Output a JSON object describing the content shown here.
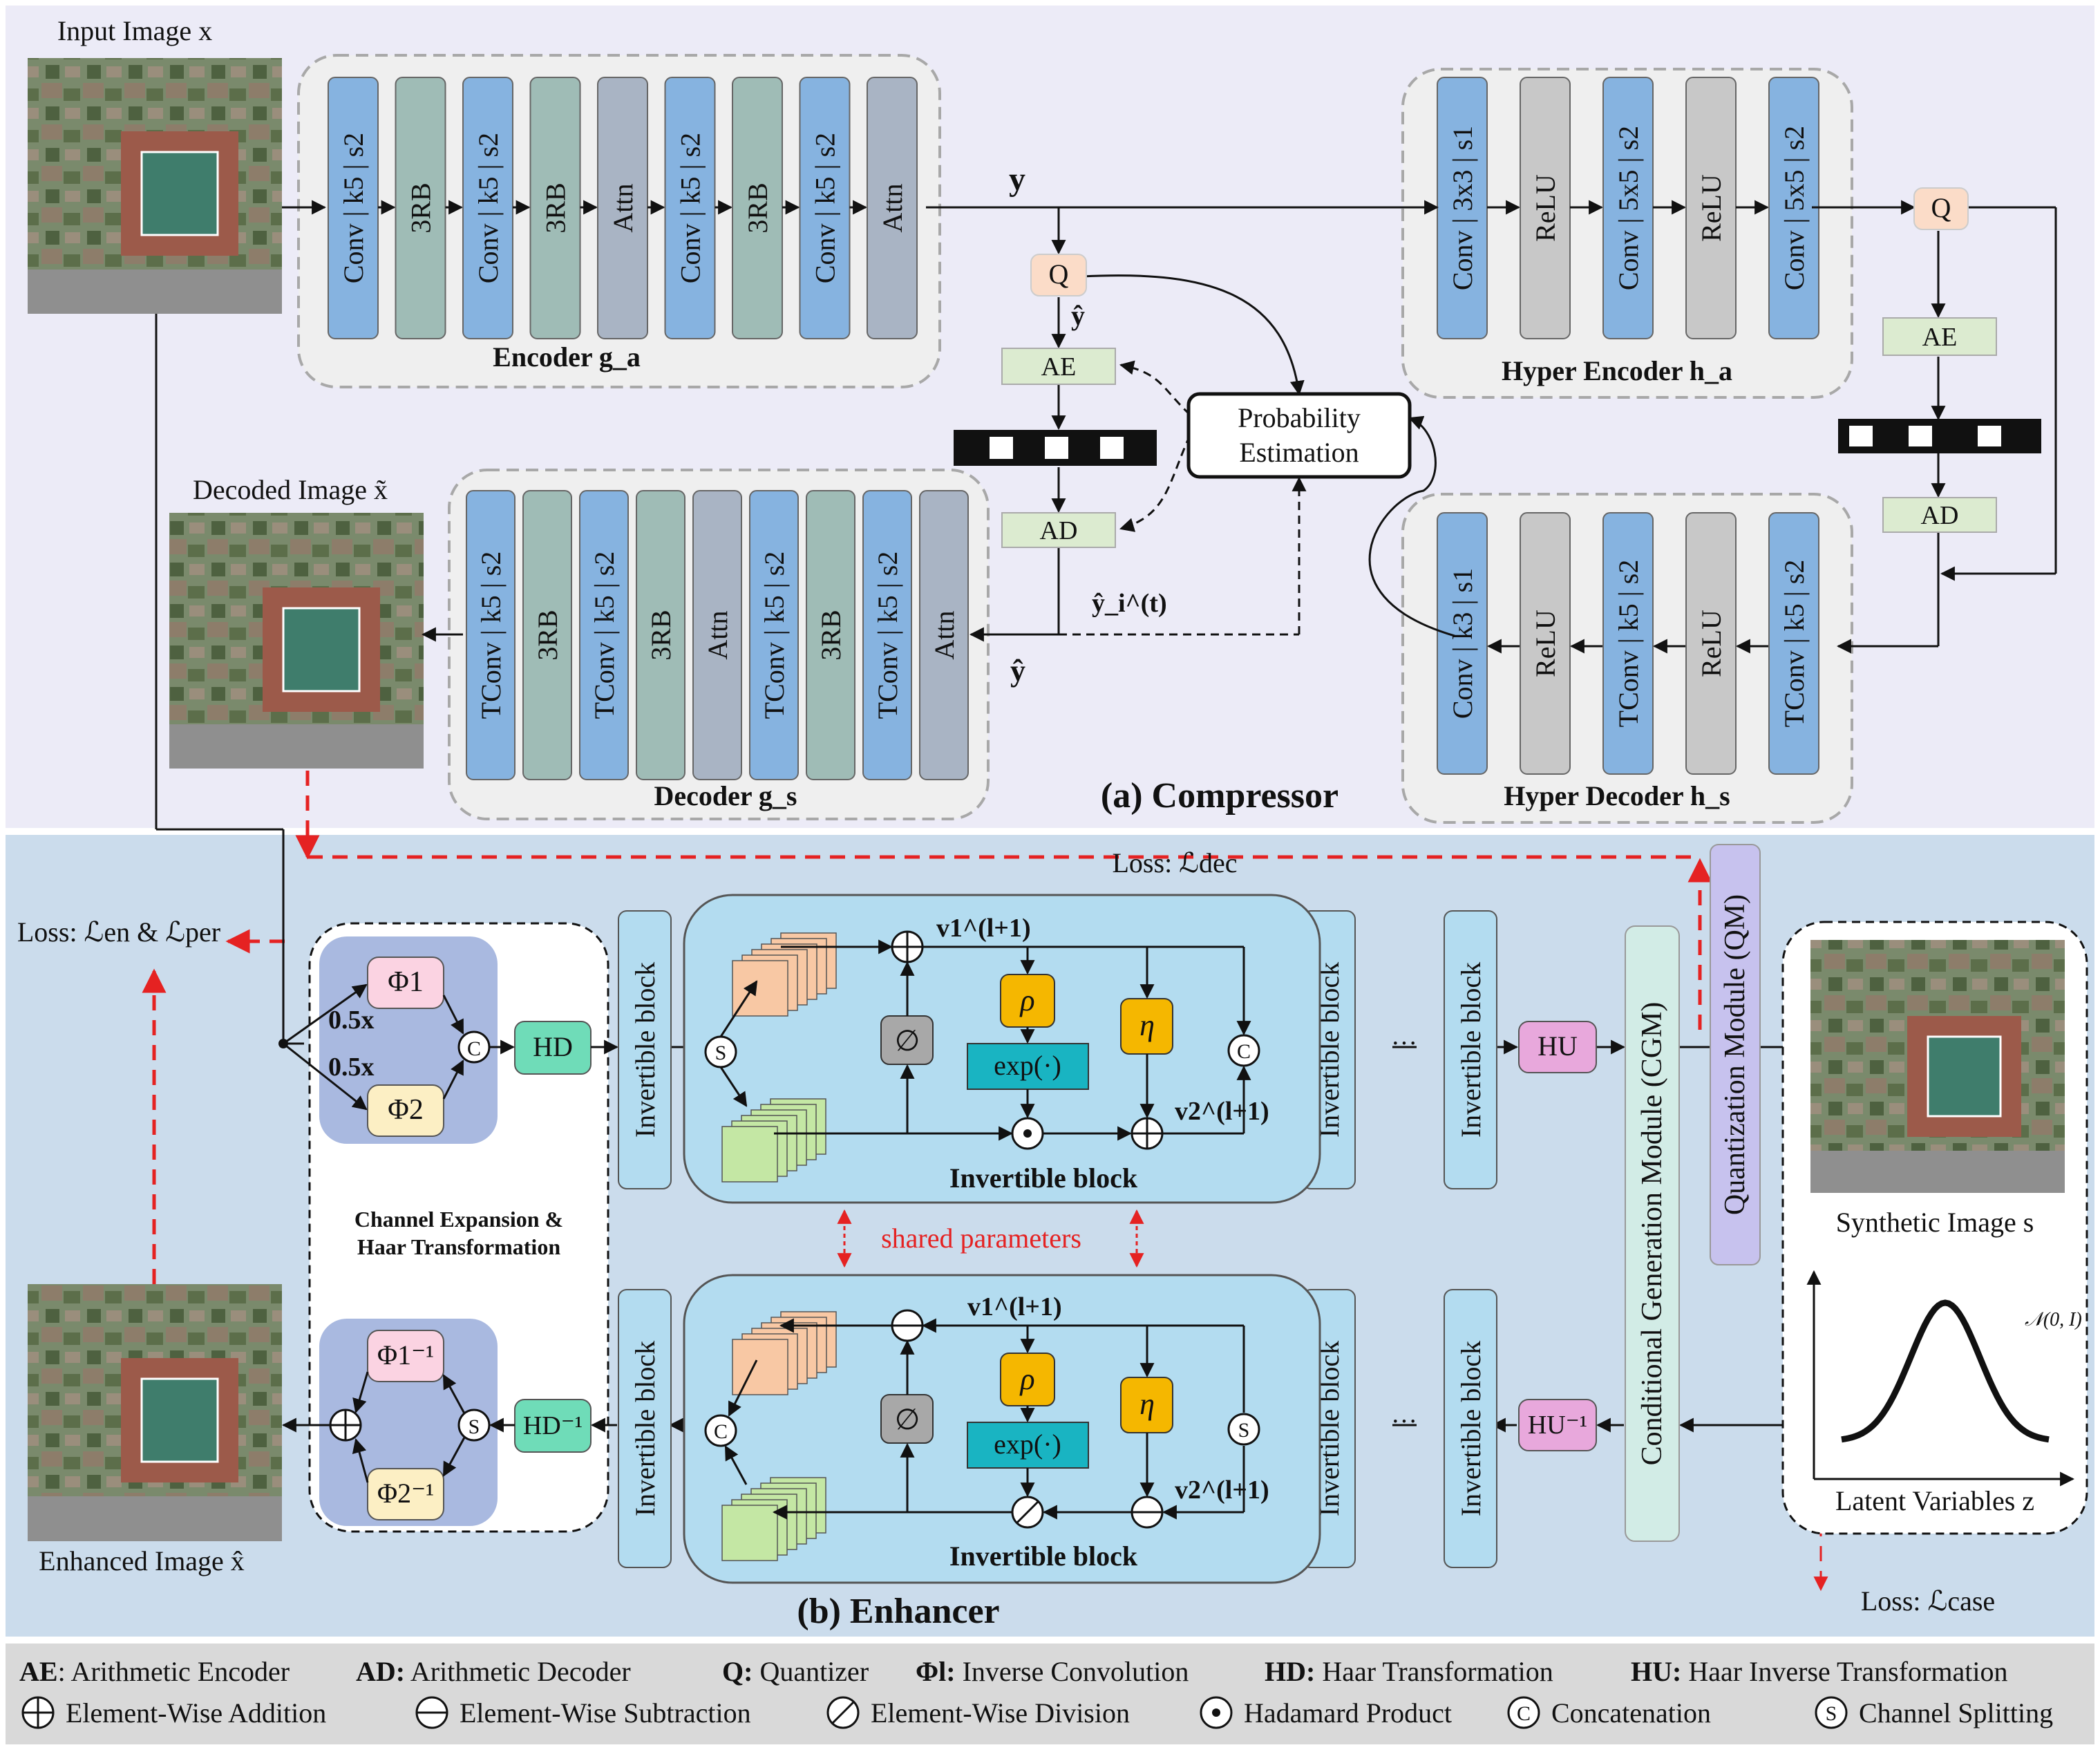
{
  "compressor": {
    "title": "(a) Compressor",
    "input_image_label": "Input Image x",
    "decoded_image_label": "Decoded Image x̃",
    "encoder": {
      "label": "Encoder g_a",
      "layers": [
        "Conv | k5 | s2",
        "3RB",
        "Conv | k5 | s2",
        "3RB",
        "Attn",
        "Conv | k5 | s2",
        "3RB",
        "Conv | k5 | s2",
        "Attn"
      ]
    },
    "decoder": {
      "label": "Decoder g_s",
      "layers": [
        "TConv | k5 | s2",
        "3RB",
        "TConv | k5 | s2",
        "3RB",
        "Attn",
        "TConv | k5 | s2",
        "3RB",
        "TConv | k5 | s2",
        "Attn"
      ]
    },
    "hyper_encoder": {
      "label": "Hyper Encoder h_a",
      "layers": [
        "Conv | 3x3 | s1",
        "ReLU",
        "Conv | 5x5 | s2",
        "ReLU",
        "Conv | 5x5 | s2"
      ]
    },
    "hyper_decoder": {
      "label": "Hyper Decoder h_s",
      "layers": [
        "Conv | k3 | s1",
        "ReLU",
        "TConv | k5 | s2",
        "ReLU",
        "TConv | k5 | s2"
      ]
    },
    "y_label": "y",
    "yhat_label": "ŷ",
    "yhat_t_label": "ŷ_i^(t)",
    "quantizer": "Q",
    "arithmetic_encoder": "AE",
    "arithmetic_decoder": "AD",
    "probability_estimation": [
      "Probability",
      "Estimation"
    ]
  },
  "enhancer": {
    "title": "(b) Enhancer",
    "loss_dec": "Loss: ℒdec",
    "loss_en_per": "Loss: ℒen & ℒper",
    "loss_case": "Loss: ℒcase",
    "enhanced_image_label": "Enhanced Image x̂",
    "synthetic_image_label": "Synthetic  Image s",
    "latent_label": "Latent Variables z",
    "gaussian_label": "𝒩(0, I)",
    "channel_expansion_label": [
      "Channel Expansion &",
      "Haar Transformation"
    ],
    "half_x": "0.5x",
    "phi1": "Φ1",
    "phi2": "Φ2",
    "phi1_inv": "Φ1⁻¹",
    "phi2_inv": "Φ2⁻¹",
    "hd": "HD",
    "hd_inv": "HD⁻¹",
    "hu": "HU",
    "hu_inv": "HU⁻¹",
    "invertible_block": "Invertible block",
    "shared_parameters": "shared parameters",
    "cgm": "Conditional Generation Module (CGM)",
    "qm": "Quantization Module (QM)",
    "rho": "ρ",
    "eta": "η",
    "phi_small": "∅",
    "exp": "exp(·)",
    "v1": "v1^(l+1)",
    "v2": "v2^(l+1)",
    "dots": "···"
  },
  "legend": {
    "row1": [
      {
        "key": "AE",
        "text": ": Arithmetic Encoder"
      },
      {
        "key": "AD:",
        "text": " Arithmetic Decoder"
      },
      {
        "key": "Q:",
        "text": " Quantizer"
      },
      {
        "key": "Φl:",
        "text": " Inverse Convolution"
      },
      {
        "key": "HD:",
        "text": " Haar Transformation"
      },
      {
        "key": "HU:",
        "text": " Haar Inverse Transformation"
      }
    ],
    "row2": [
      {
        "symbol": "+",
        "text": "Element-Wise Addition"
      },
      {
        "symbol": "−",
        "text": "Element-Wise Subtraction"
      },
      {
        "symbol": "/",
        "text": "Element-Wise Division"
      },
      {
        "symbol": "•",
        "text": "Hadamard Product"
      },
      {
        "symbol": "C",
        "text": "Concatenation"
      },
      {
        "symbol": "S",
        "text": "Channel Splitting"
      }
    ]
  },
  "colors": {
    "compressor_bg": "#ecebf7",
    "enhancer_bg": "#cbdcec",
    "legend_bg": "#d9d9d9",
    "conv_blue": "#86b3e0",
    "rb_teal": "#9fbcb6",
    "attn_gray": "#a9b4c4",
    "relu_gray": "#c8c8c8",
    "inv_block": "#b3dcf0",
    "hd_green": "#6fdcb8",
    "hu_pink": "#e8a8dc",
    "rho_orange": "#f5b700",
    "exp_cyan": "#19b4c2",
    "red_dash": "#e52222"
  }
}
